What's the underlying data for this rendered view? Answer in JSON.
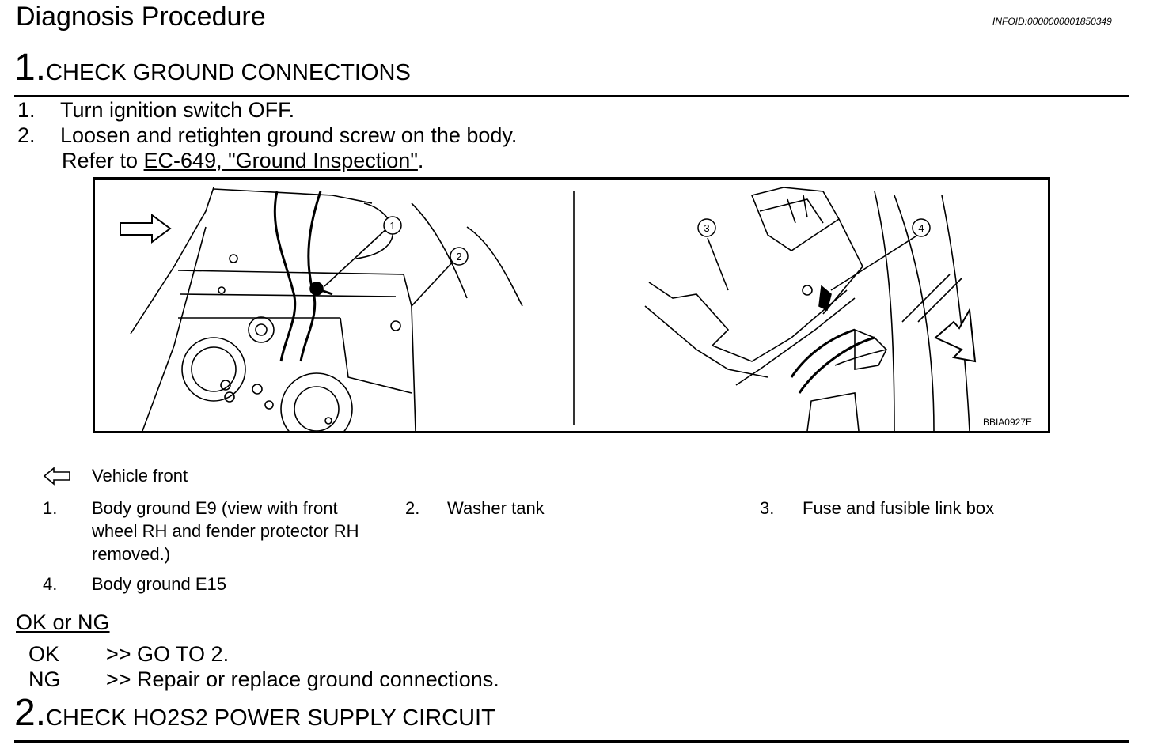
{
  "header": {
    "title": "Diagnosis Procedure",
    "info_id": "INFOID:0000000001850349"
  },
  "step1": {
    "number": "1.",
    "heading": "CHECK GROUND CONNECTIONS",
    "items": [
      {
        "num": "1.",
        "text": "Turn ignition switch OFF."
      },
      {
        "num": "2.",
        "text": "Loosen and retighten ground screw on the body."
      }
    ],
    "refer_prefix": "Refer to ",
    "refer_link": "EC-649, \"Ground Inspection\"",
    "refer_suffix": "."
  },
  "figure": {
    "code": "BBIA0927E",
    "callouts": [
      "1",
      "2",
      "3",
      "4"
    ]
  },
  "legend": {
    "arrow_label": "Vehicle front",
    "items": [
      {
        "num": "1.",
        "text": "Body ground E9 (view with front wheel RH and fender protector RH removed.)"
      },
      {
        "num": "2.",
        "text": "Washer tank"
      },
      {
        "num": "3.",
        "text": "Fuse and fusible link box"
      },
      {
        "num": "4.",
        "text": "Body ground E15"
      }
    ]
  },
  "result": {
    "heading": "OK or NG",
    "rows": [
      {
        "code": "OK",
        "action": ">> GO TO 2."
      },
      {
        "code": "NG",
        "action": ">> Repair or replace ground connections."
      }
    ]
  },
  "step2": {
    "number": "2.",
    "heading": "CHECK HO2S2 POWER SUPPLY CIRCUIT"
  },
  "icons": {
    "front_arrow": "vehicle-front-arrow-icon"
  }
}
